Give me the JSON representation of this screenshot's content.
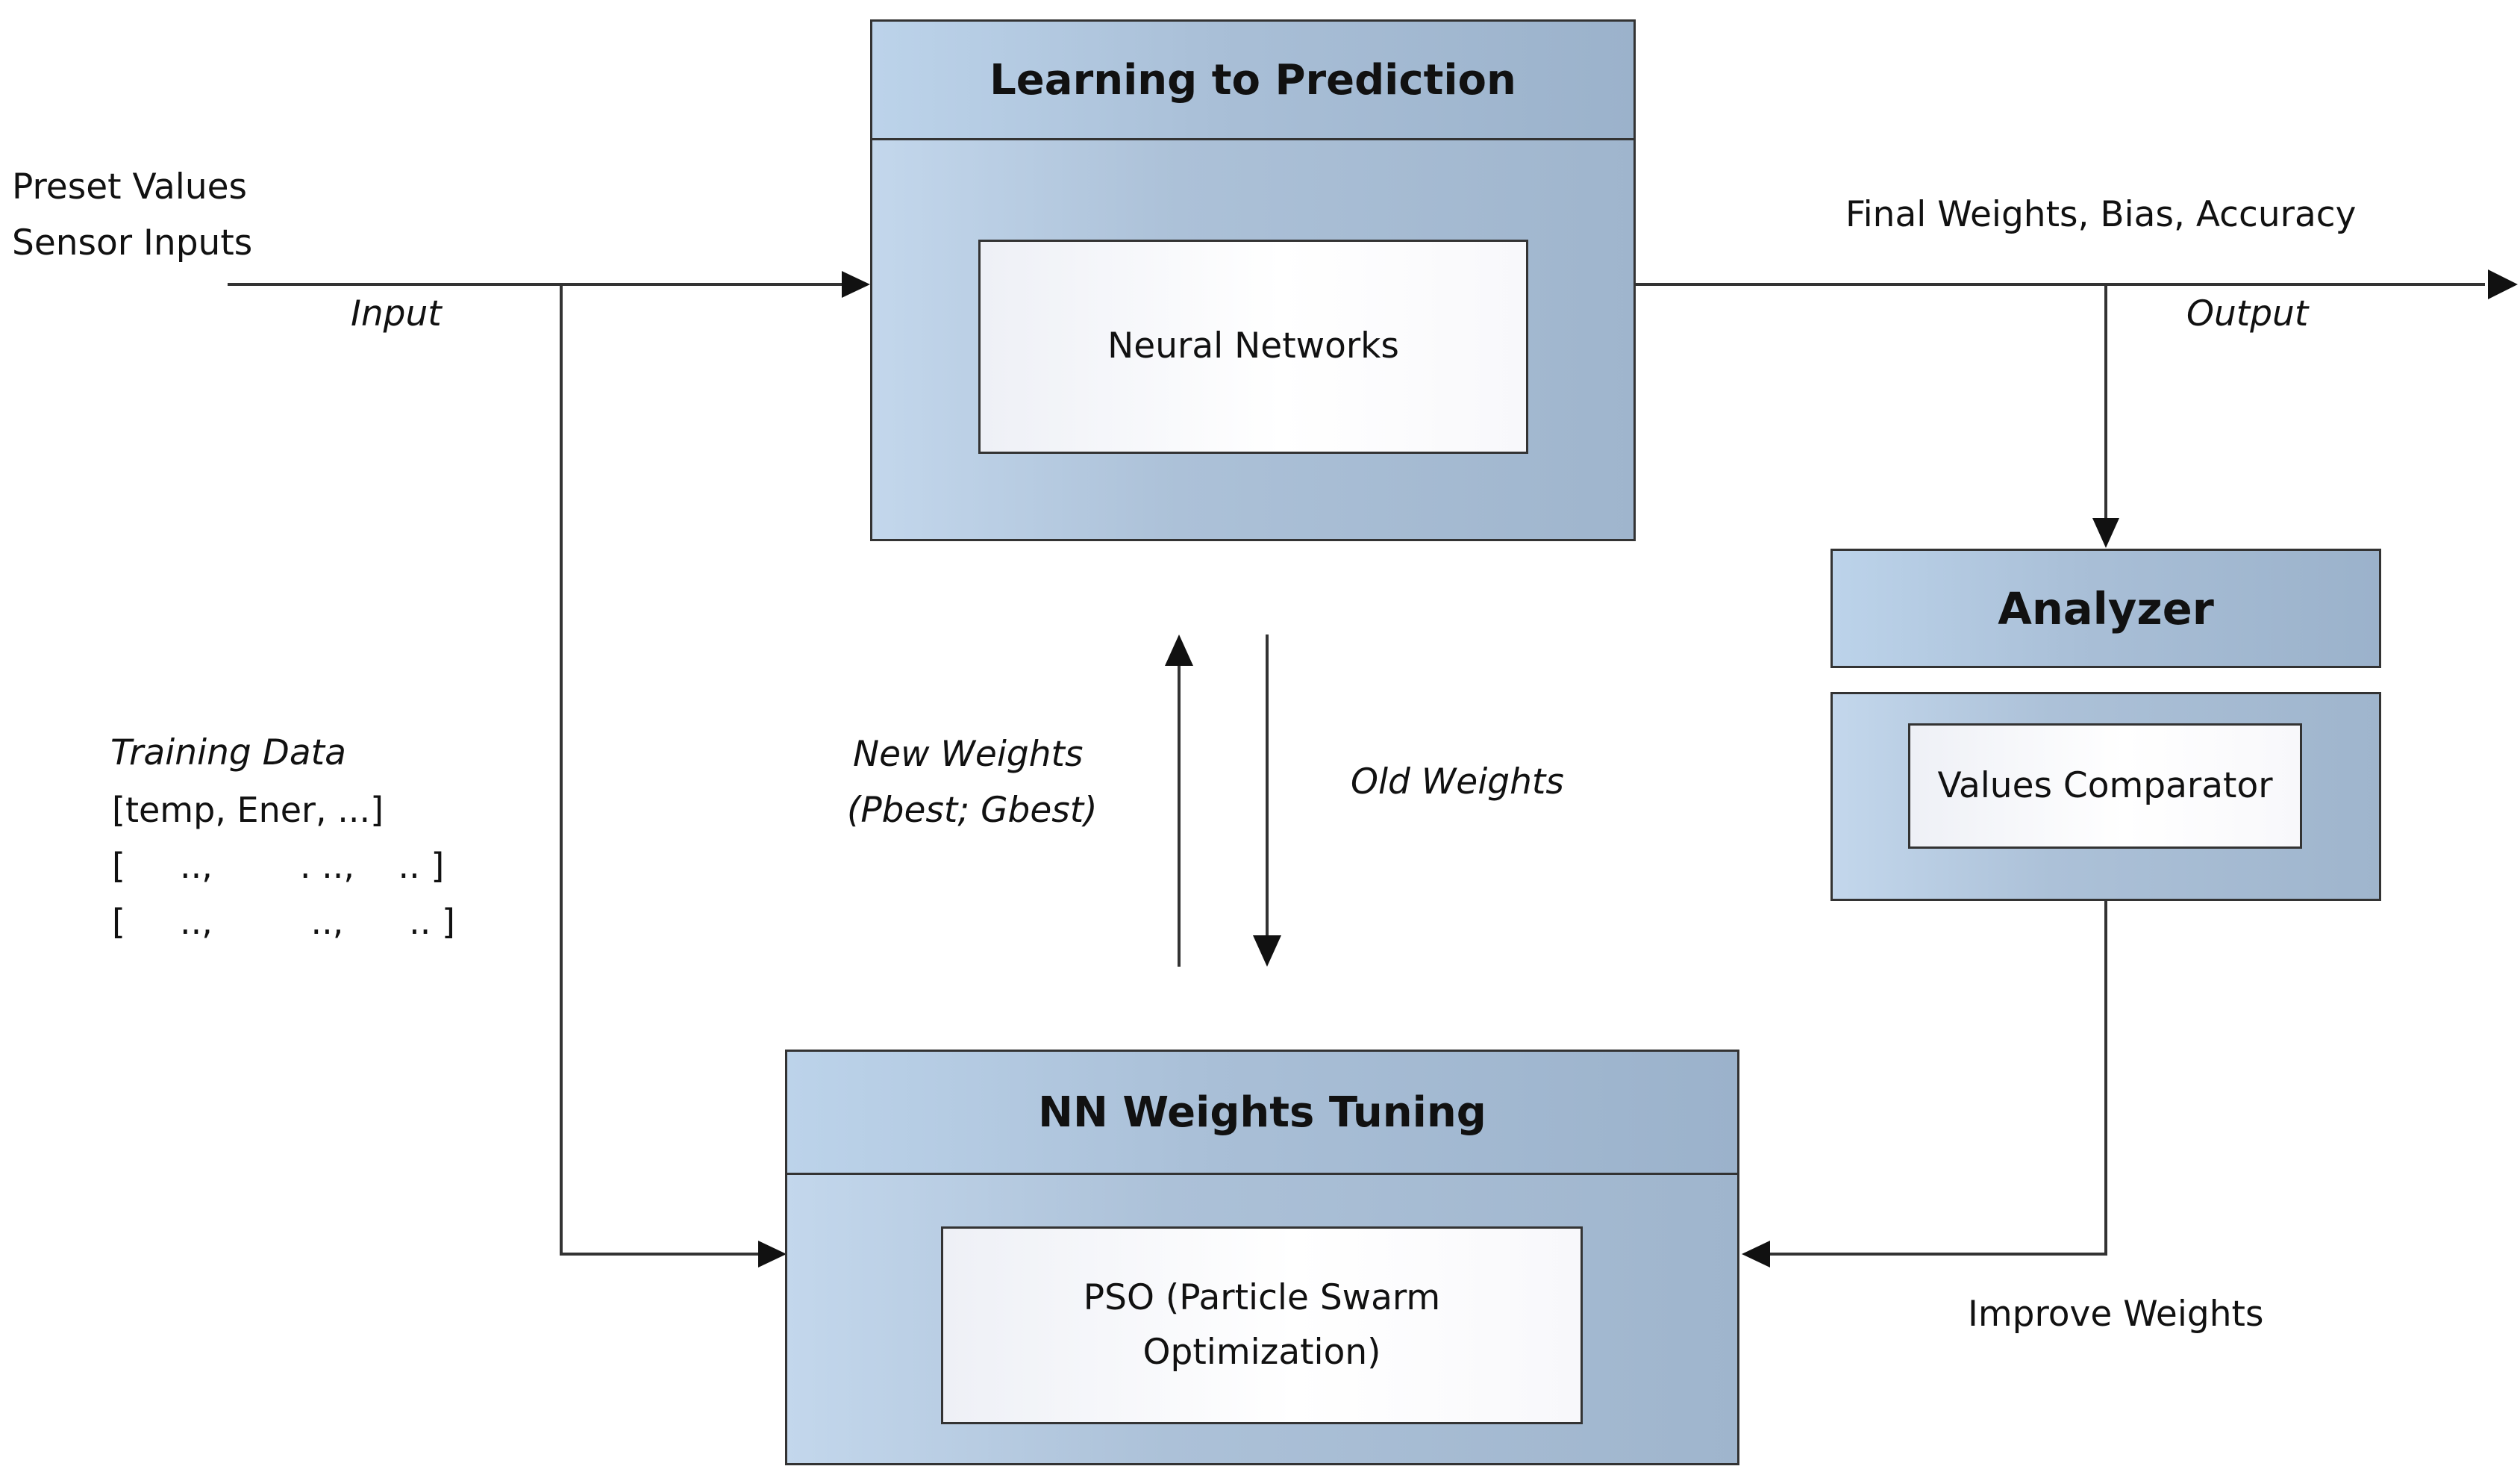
{
  "blocks": {
    "learning": {
      "title": "Learning to Prediction",
      "inner": "Neural Networks"
    },
    "tuning": {
      "title": "NN Weights Tuning",
      "inner_line1": "PSO (Particle Swarm",
      "inner_line2": "Optimization)"
    },
    "analyzer": {
      "title": "Analyzer",
      "inner": "Values Comparator"
    }
  },
  "labels": {
    "preset_values": "Preset Values",
    "sensor_inputs": "Sensor Inputs",
    "input": "Input",
    "final_weights": "Final Weights, Bias, Accuracy",
    "output": "Output",
    "new_weights": "New Weights",
    "pbest_gbest": "(Pbest; Gbest)",
    "old_weights": "Old Weights",
    "improve_weights": "Improve Weights"
  },
  "training_data": {
    "title": "Training Data",
    "rows": [
      "[temp, Ener, ...]",
      "[     ..,        . ..,    .. ]",
      "[     ..,         ..,      .. ]"
    ]
  }
}
